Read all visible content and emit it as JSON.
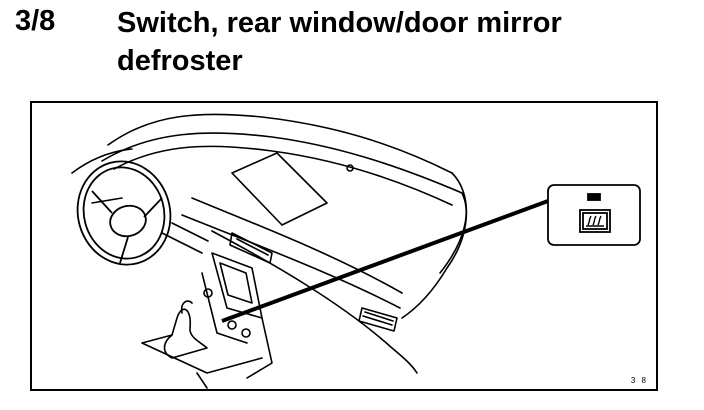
{
  "heading": {
    "section_number": "3/8",
    "title": "Switch, rear window/door mirror defroster"
  },
  "figure": {
    "reference": "3 8",
    "switch_icon": "rear-window-defroster-icon"
  }
}
